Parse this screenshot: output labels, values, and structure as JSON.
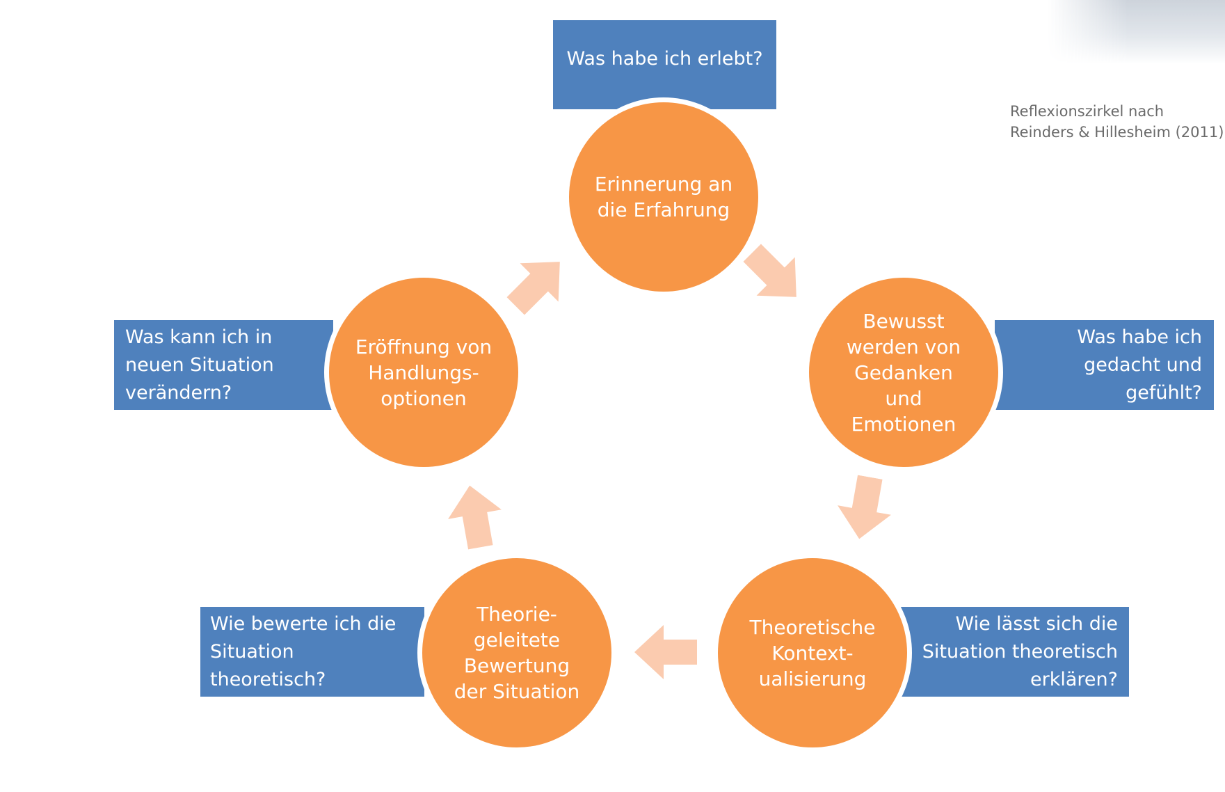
{
  "citation": {
    "lines": [
      "Reflexionszirkel nach",
      "Reinders & Hillesheim (2011)"
    ]
  },
  "colors": {
    "node_fill": "#f79646",
    "question_fill": "#4f81bd",
    "arrow_fill": "#fbcbaf",
    "text_on_shapes": "#ffffff"
  },
  "cycle": [
    {
      "node_lines": [
        "Erinnerung an",
        "die Erfahrung"
      ],
      "question_lines": [
        "Was habe ich erlebt?"
      ]
    },
    {
      "node_lines": [
        "Bewusst",
        "werden von",
        "Gedanken",
        "und",
        "Emotionen"
      ],
      "question_lines": [
        "Was habe ich",
        "gedacht und",
        "gefühlt?"
      ]
    },
    {
      "node_lines": [
        "Theoretische",
        "Kontext-",
        "ualisierung"
      ],
      "question_lines": [
        "Wie lässt sich die",
        "Situation theoretisch",
        "erklären?"
      ]
    },
    {
      "node_lines": [
        "Theorie-",
        "geleitete",
        "Bewertung",
        "der Situation"
      ],
      "question_lines": [
        "Wie bewerte ich die",
        "Situation",
        "theoretisch?"
      ]
    },
    {
      "node_lines": [
        "Eröffnung von",
        "Handlungs-",
        "optionen"
      ],
      "question_lines": [
        "Was kann ich in",
        "neuen Situation",
        "verändern?"
      ]
    }
  ]
}
